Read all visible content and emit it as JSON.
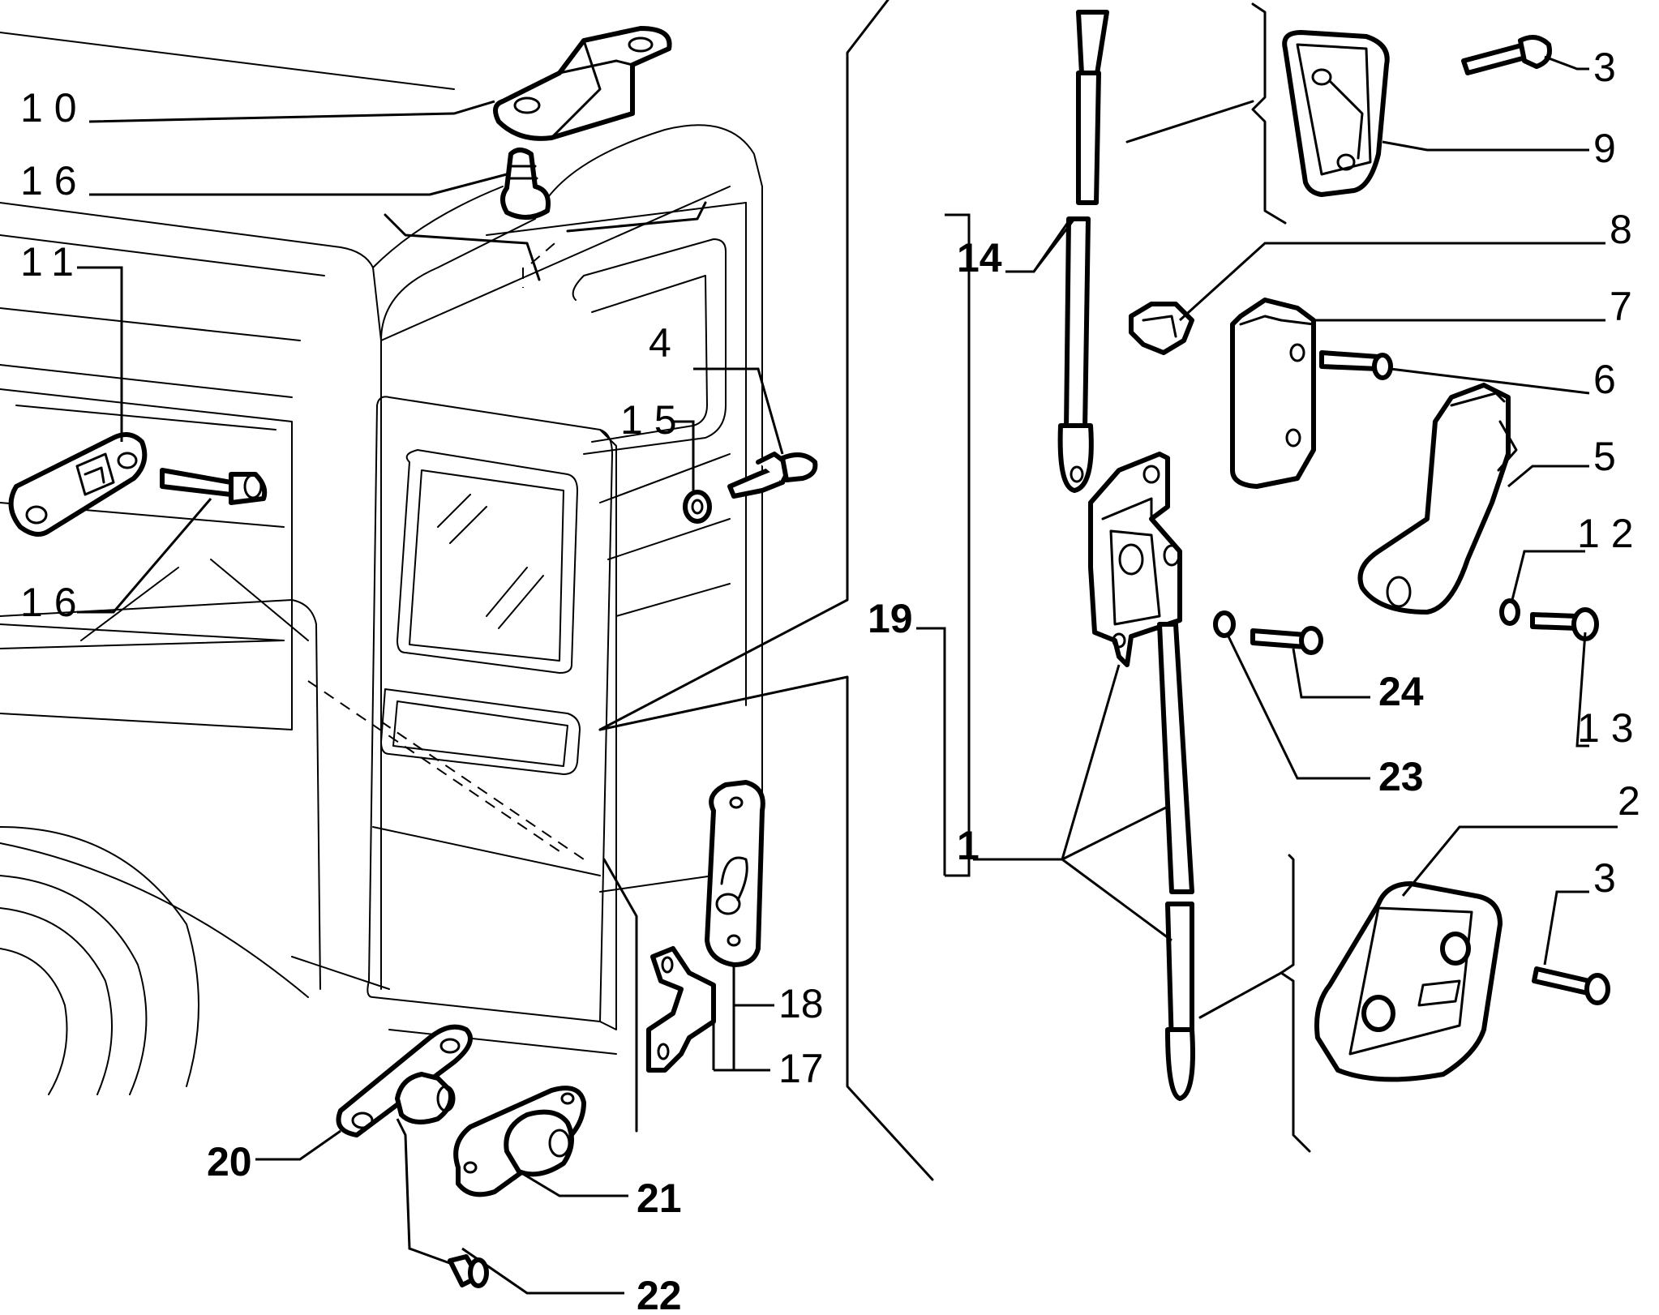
{
  "callouts": {
    "c10": "10",
    "c16a": "16",
    "c11": "11",
    "c16b": "16",
    "c4": "4",
    "c15": "15",
    "c14": "14",
    "c19": "19",
    "c1": "1",
    "c20": "20",
    "c21": "21",
    "c22": "22",
    "c17": "17",
    "c18": "18",
    "c3a": "3",
    "c9": "9",
    "c8": "8",
    "c7": "7",
    "c6": "6",
    "c5": "5",
    "c12": "12",
    "c13": "13",
    "c24": "24",
    "c23": "23",
    "c2": "2",
    "c3b": "3"
  }
}
